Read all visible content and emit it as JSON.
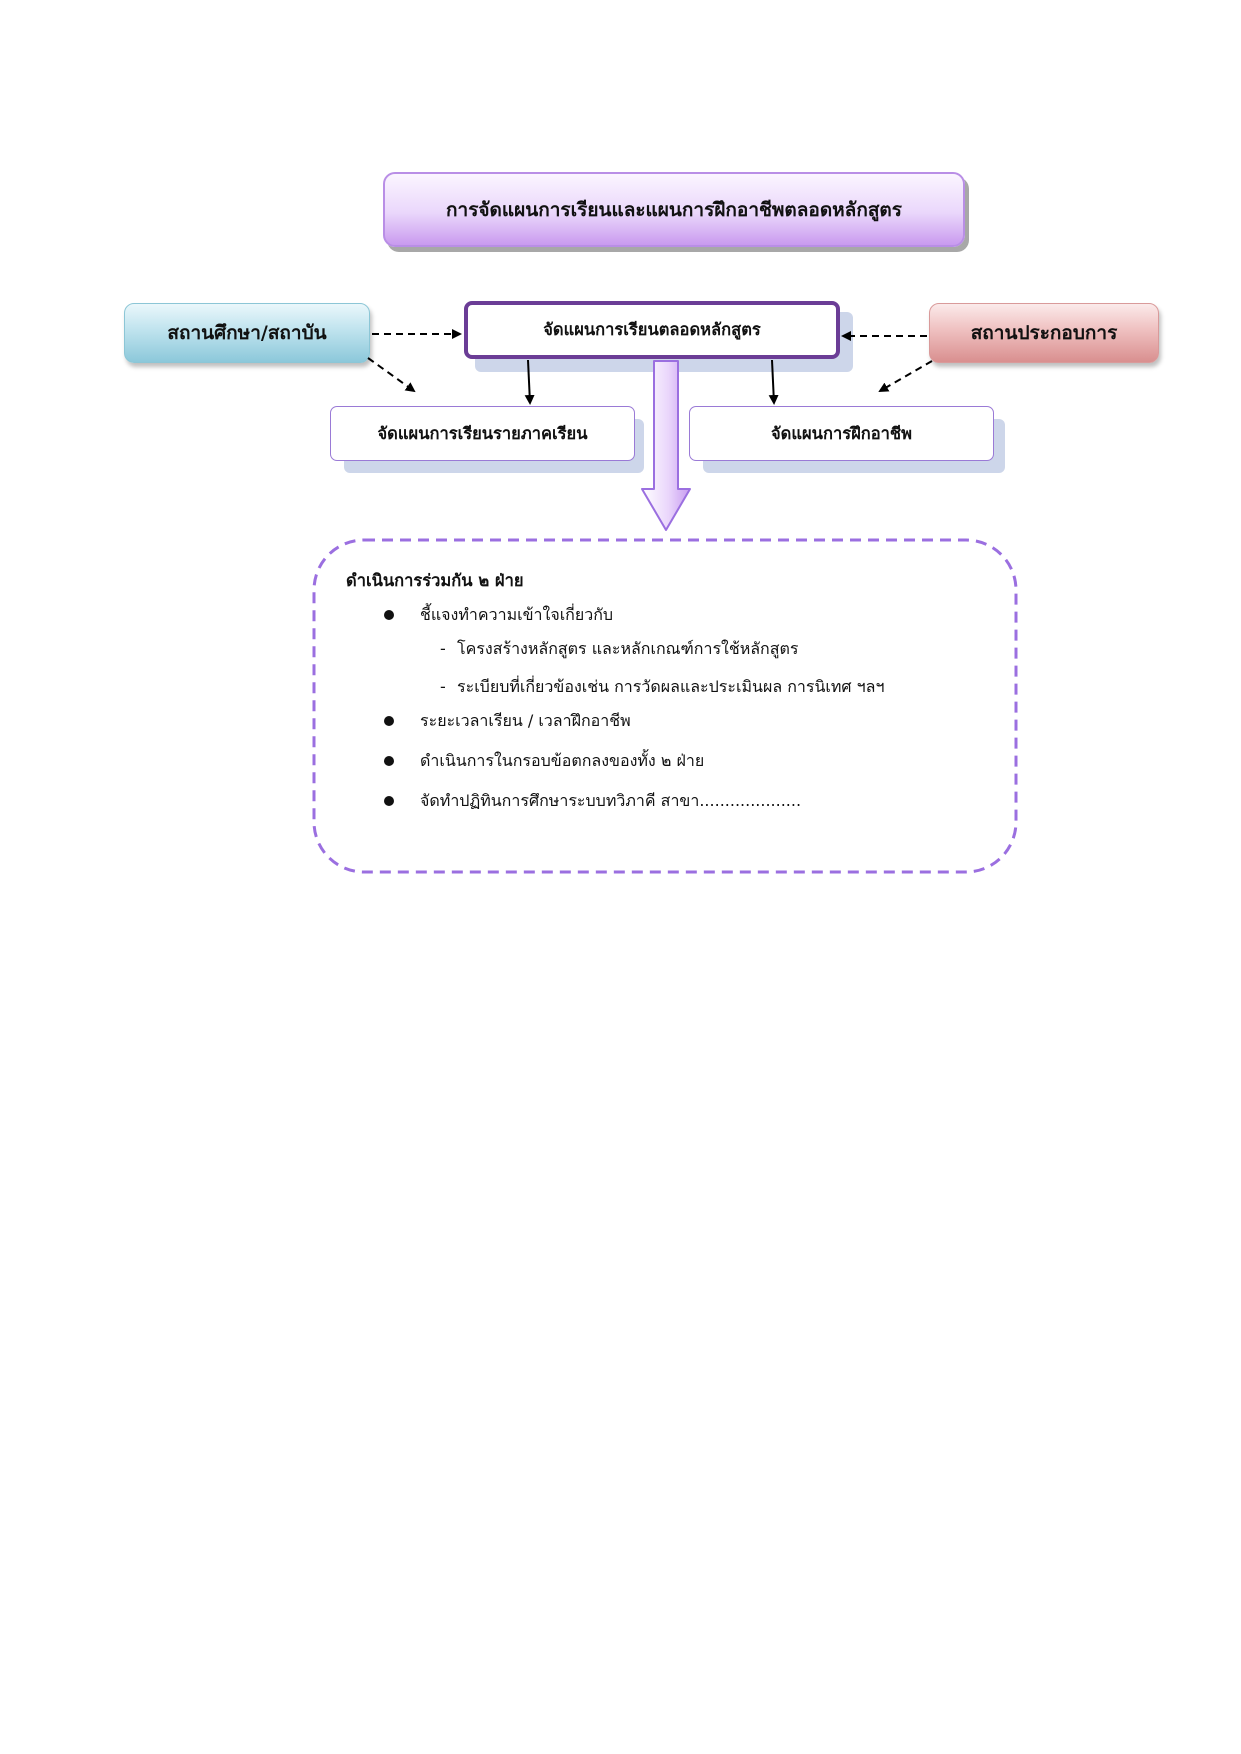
{
  "diagram": {
    "title": "การจัดแผนการเรียนและแผนการฝึกอาชีพตลอดหลักสูตร",
    "nodes": {
      "school": "สถานศึกษา/สถาบัน",
      "center": "จัดแผนการเรียนตลอดหลักสูตร",
      "company": "สถานประกอบการ",
      "term_plan": "จัดแผนการเรียนรายภาคเรียน",
      "vocational_plan": "จัดแผนการฝึกอาชีพ"
    },
    "edges": [
      {
        "from": "school",
        "to": "center",
        "style": "dashed"
      },
      {
        "from": "company",
        "to": "center",
        "style": "dashed"
      },
      {
        "from": "school",
        "to": "term_plan",
        "style": "dashed"
      },
      {
        "from": "company",
        "to": "vocational_plan",
        "style": "dashed"
      },
      {
        "from": "center",
        "to": "term_plan",
        "style": "solid"
      },
      {
        "from": "center",
        "to": "vocational_plan",
        "style": "solid"
      },
      {
        "from": "center",
        "to": "cooperation",
        "style": "block-arrow"
      }
    ],
    "colors": {
      "purple_border": "#9b6fe0",
      "center_border": "#6b3d96",
      "arrow_fill": "#d9b9f5"
    }
  },
  "cooperation": {
    "heading": "ดำเนินการร่วมกัน ๒ ฝ่าย",
    "bullets": [
      {
        "text": "ชี้แจงทำความเข้าใจเกี่ยวกับ",
        "subs": [
          "โครงสร้างหลักสูตร และหลักเกณฑ์การใช้หลักสูตร",
          "ระเบียบที่เกี่ยวข้องเช่น การวัดผลและประเมินผล การนิเทศ ฯลฯ"
        ]
      },
      {
        "text": "ระยะเวลาเรียน / เวลาฝึกอาชีพ",
        "subs": []
      },
      {
        "text": "ดำเนินการในกรอบข้อตกลงของทั้ง ๒ ฝ่าย",
        "subs": []
      },
      {
        "text": "จัดทำปฏิทินการศึกษาระบบทวิภาคี สาขา....................",
        "subs": []
      }
    ]
  }
}
